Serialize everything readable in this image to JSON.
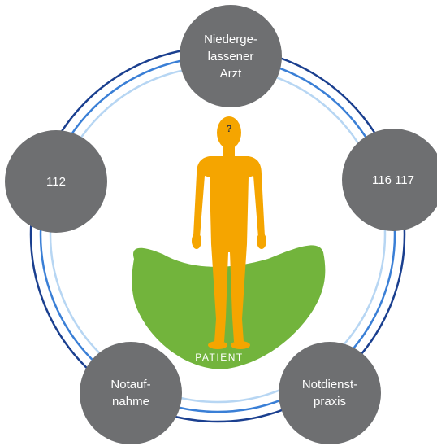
{
  "nodes": {
    "top": {
      "lines": [
        "Nieder­ge-",
        "lassener",
        "Arzt"
      ]
    },
    "right": {
      "lines": [
        "116 117"
      ]
    },
    "left": {
      "lines": [
        "112"
      ]
    },
    "bottom_left": {
      "lines": [
        "Notauf-",
        "nahme"
      ]
    },
    "bottom_right": {
      "lines": [
        "Notdienst-",
        "praxis"
      ]
    }
  },
  "patient": {
    "label": "PATIENT",
    "question": "?"
  },
  "colors": {
    "node_fill": "#6e6f71",
    "ring_outer": "#1a3f8f",
    "ring_middle": "#3a7fd6",
    "ring_inner": "#b7d6f3",
    "figure": "#f5a500",
    "ground": "#72b43c"
  }
}
